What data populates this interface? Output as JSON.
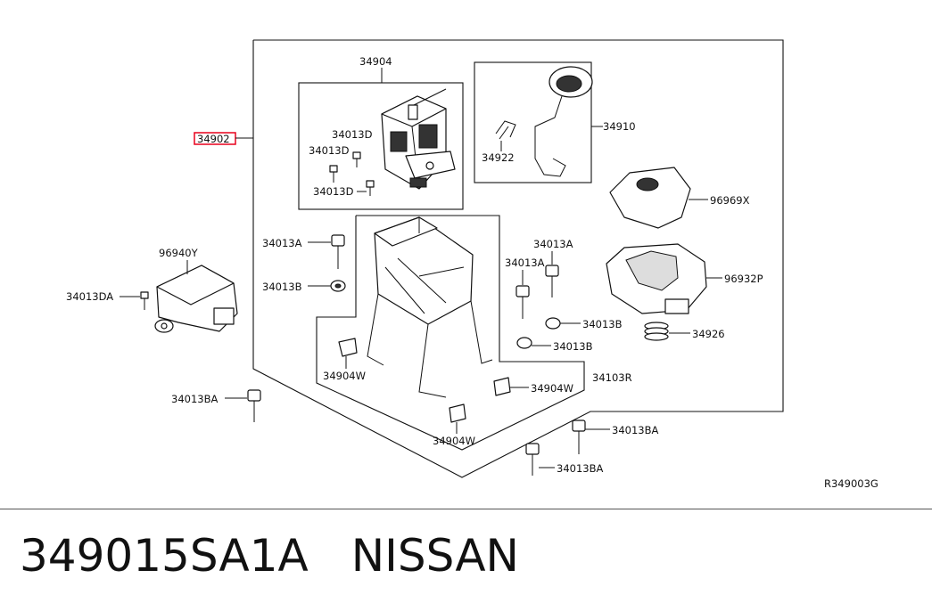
{
  "highlight_color": "#e8001c",
  "callouts": {
    "c34902": "34902",
    "c34904": "34904",
    "c34013D_1": "34013D",
    "c34013D_2": "34013D",
    "c34013D_3": "34013D",
    "c34910": "34910",
    "c34922": "34922",
    "c96969X": "96969X",
    "c96940Y": "96940Y",
    "c34013DA": "34013DA",
    "c34013A_1": "34013A",
    "c34013B_1": "34013B",
    "c34013A_2": "34013A",
    "c34013A_3": "34013A",
    "c96932P": "96932P",
    "c34013B_2": "34013B",
    "c34013B_3": "34013B",
    "c34926": "34926",
    "c34904W_1": "34904W",
    "c34904W_2": "34904W",
    "c34904W_3": "34904W",
    "c34103R": "34103R",
    "c34013BA_1": "34013BA",
    "c34013BA_2": "34013BA",
    "c34013BA_3": "34013BA"
  },
  "diagram_code": "R349003G",
  "caption": {
    "part_number": "349015SA1A",
    "brand": "NISSAN"
  }
}
